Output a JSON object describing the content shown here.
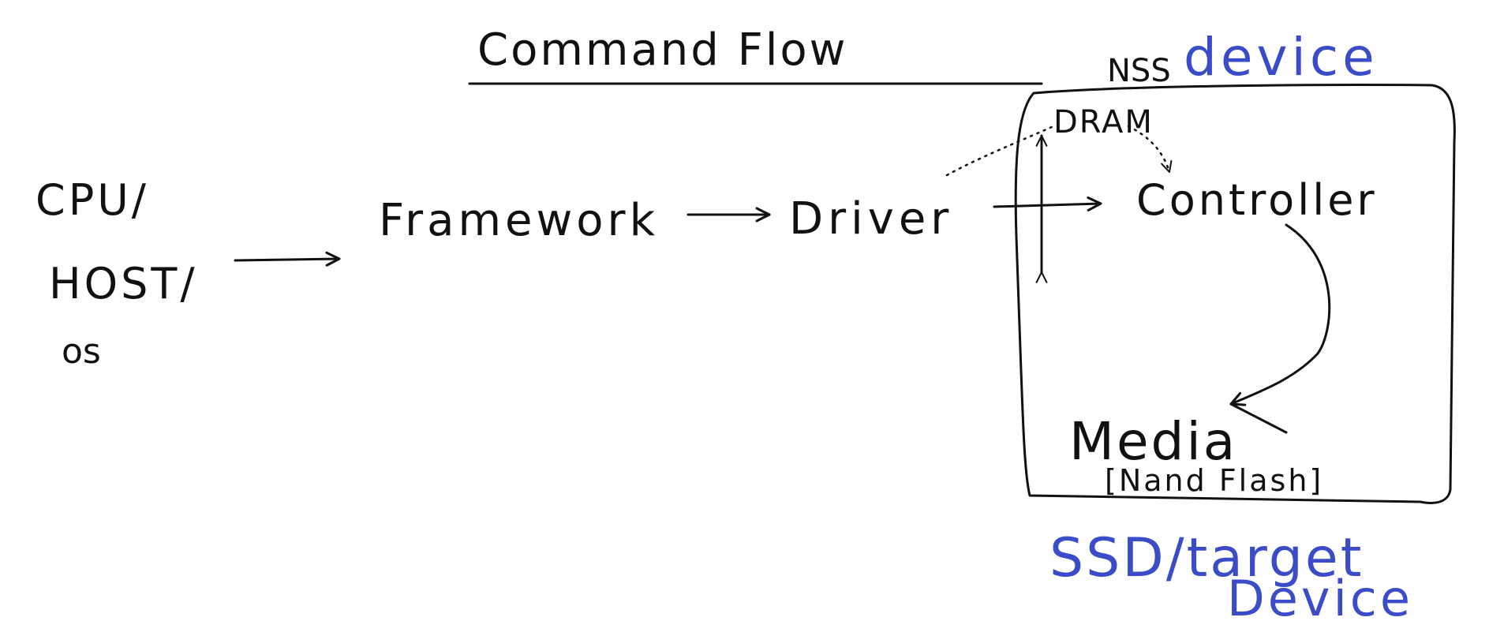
{
  "title": "Command Flow",
  "nodes": {
    "host_line1": "CPU/",
    "host_line2": "HOST/",
    "host_line3": "os",
    "framework": "Framework",
    "driver": "Driver",
    "dram": "DRAM",
    "controller": "Controller",
    "media": "Media",
    "media_note": "[Nand Flash]"
  },
  "device_box": {
    "label_prefix": "NSS",
    "label_blue": "device",
    "caption_line1": "SSD/target",
    "caption_line2": "Device"
  },
  "colors": {
    "ink": "#111111",
    "blue_ink": "#3b4cc8",
    "background": "#ffffff"
  }
}
